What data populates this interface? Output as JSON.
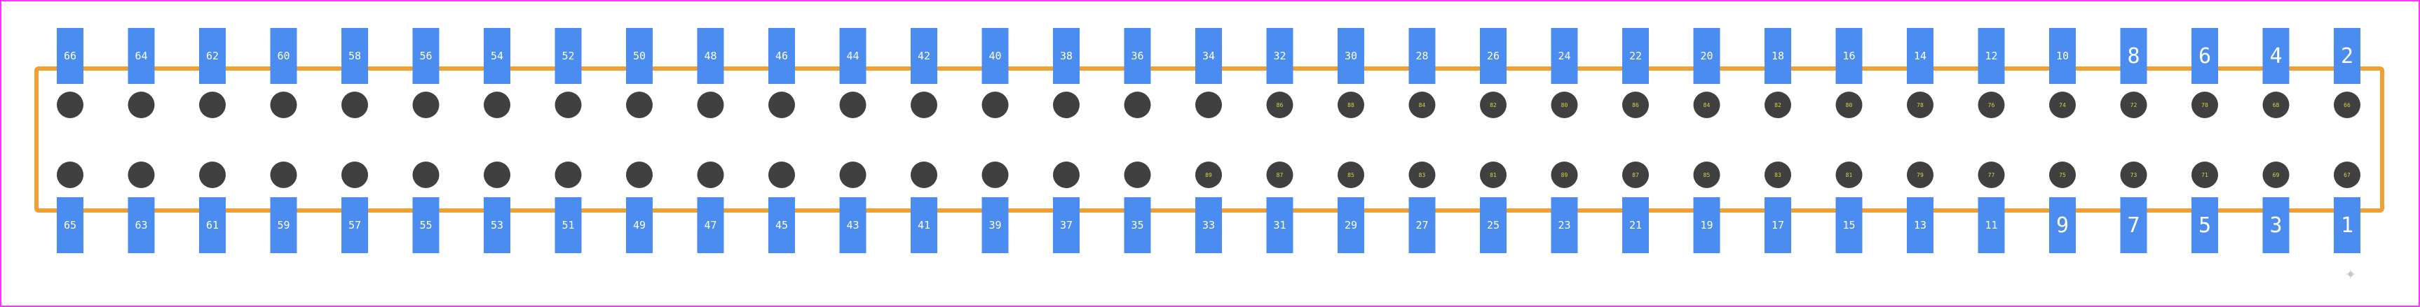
{
  "colors": {
    "background": "#ffffff",
    "frame": "#ff33ff",
    "outline": "#f0a030",
    "pad": "#4a8cf0",
    "pad_label": "#ffffff",
    "hole": "#404040",
    "hole_label": "#d8d040",
    "marker": "#c8c8c8"
  },
  "top_row_pins": [
    "66",
    "64",
    "62",
    "60",
    "58",
    "56",
    "54",
    "52",
    "50",
    "48",
    "46",
    "44",
    "42",
    "40",
    "38",
    "36",
    "34",
    "32",
    "30",
    "28",
    "26",
    "24",
    "22",
    "20",
    "18",
    "16",
    "14",
    "12",
    "10",
    "8",
    "6",
    "4",
    "2"
  ],
  "bottom_row_pins": [
    "65",
    "63",
    "61",
    "59",
    "57",
    "55",
    "53",
    "51",
    "49",
    "47",
    "45",
    "43",
    "41",
    "39",
    "37",
    "35",
    "33",
    "31",
    "29",
    "27",
    "25",
    "23",
    "21",
    "19",
    "17",
    "15",
    "13",
    "11",
    "9",
    "7",
    "5",
    "3",
    "1"
  ],
  "top_hole_labels": [
    "",
    "",
    "",
    "",
    "",
    "",
    "",
    "",
    "",
    "",
    "",
    "",
    "",
    "",
    "",
    "",
    "",
    "86",
    "88",
    "84",
    "82",
    "80",
    "86",
    "84",
    "82",
    "80",
    "78",
    "76",
    "74",
    "72",
    "70",
    "68",
    "66"
  ],
  "bottom_hole_labels": [
    "",
    "",
    "",
    "",
    "",
    "",
    "",
    "",
    "",
    "",
    "",
    "",
    "",
    "",
    "",
    "",
    "89",
    "87",
    "85",
    "83",
    "81",
    "89",
    "87",
    "85",
    "83",
    "81",
    "79",
    "77",
    "75",
    "73",
    "71",
    "69",
    "67"
  ],
  "marker_icon": "crosshair-dot-icon"
}
